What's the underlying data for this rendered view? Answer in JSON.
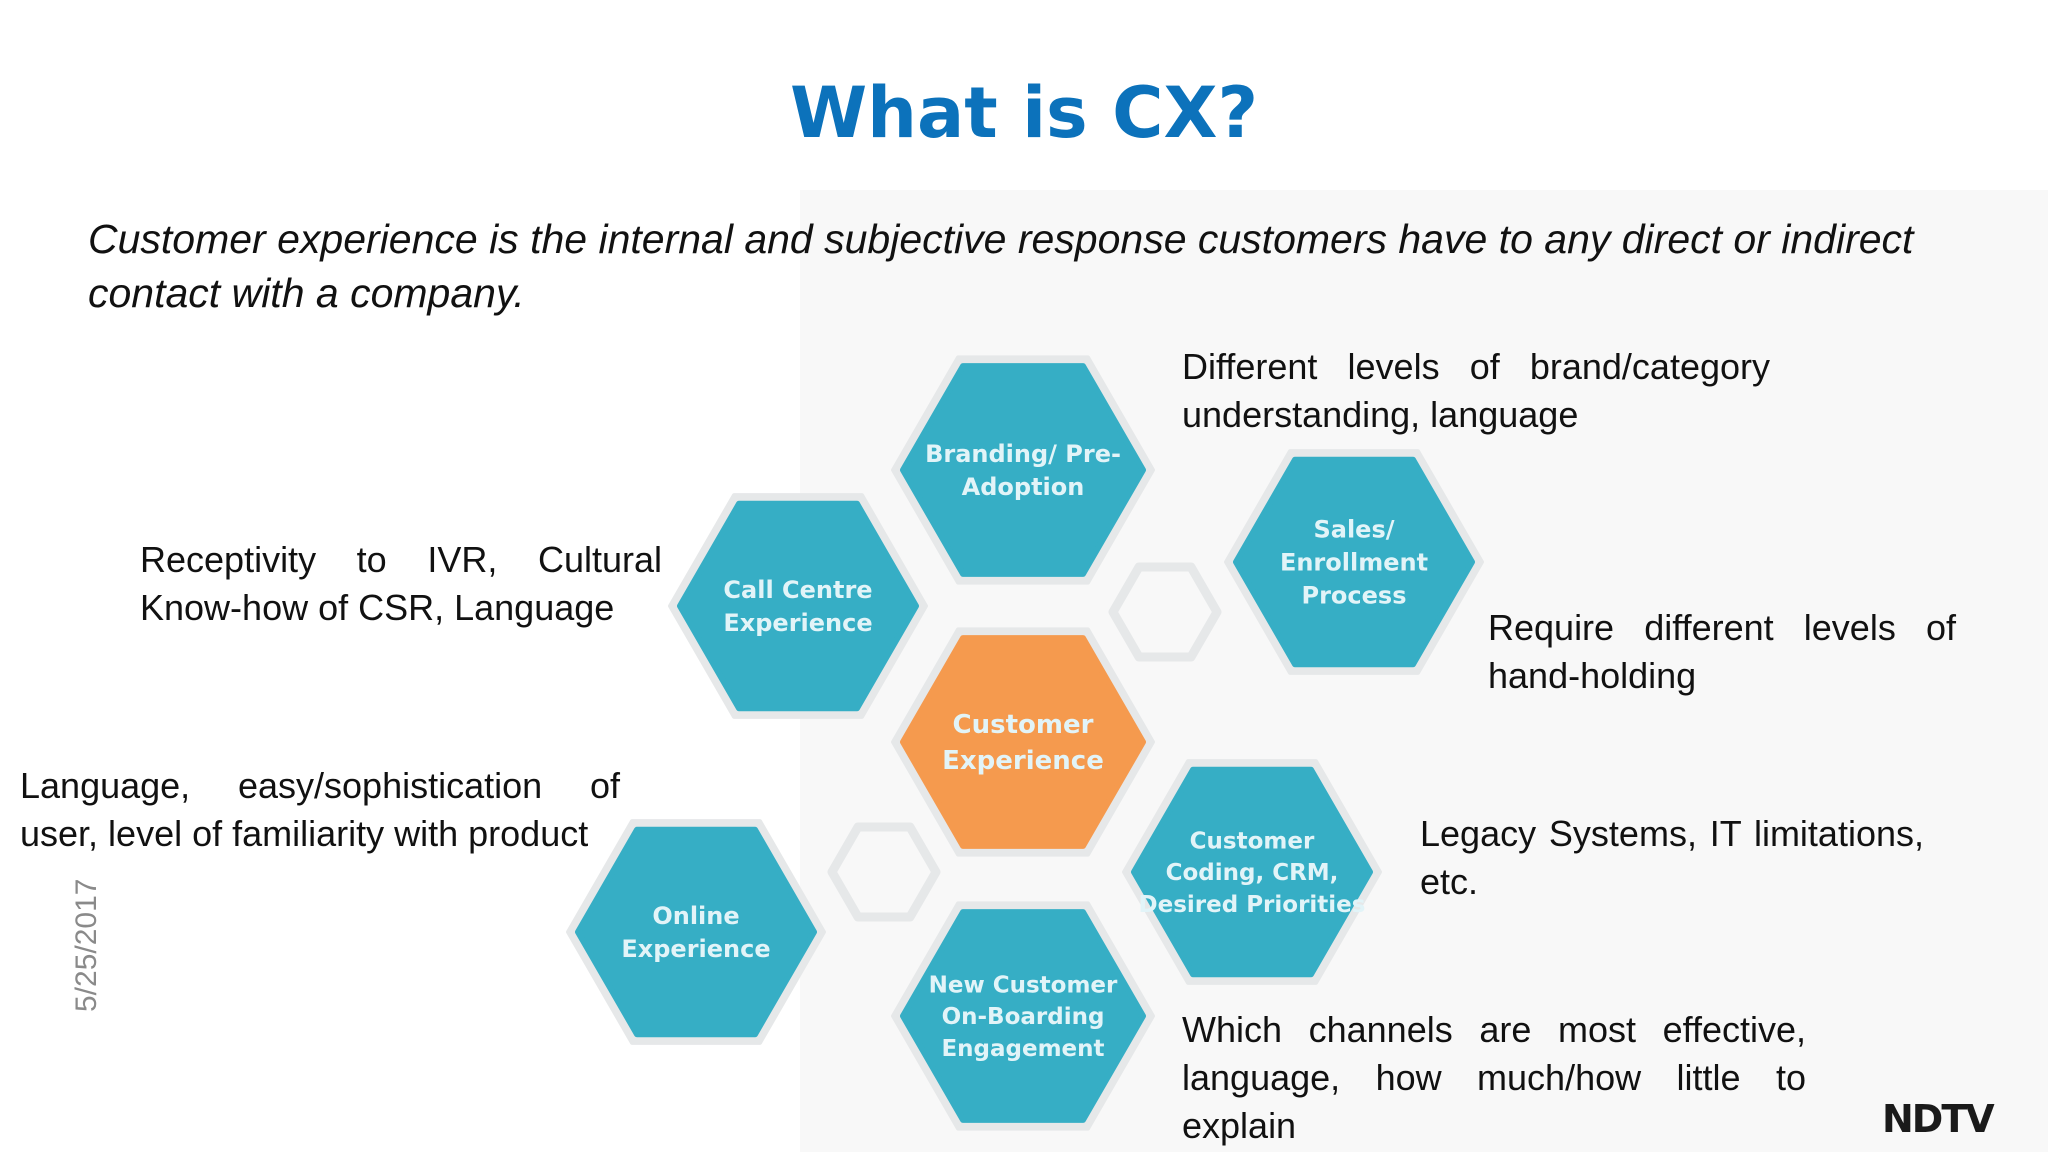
{
  "slide": {
    "title": "What is CX?",
    "definition": "Customer experience is the internal and subjective response customers have to any direct or indirect contact with a company.",
    "date": "5/25/2017",
    "brand_logo": "NDTV"
  },
  "diagram": {
    "colors": {
      "segment": "#36aec5",
      "center": "#f59a4e",
      "outline": "#e6e8e9",
      "label": "#e2f4f8"
    },
    "hexagons": [
      {
        "id": "branding",
        "lines": [
          "Branding/ Pre-",
          "Adoption"
        ]
      },
      {
        "id": "sales",
        "lines": [
          "Sales/",
          "Enrollment",
          "Process"
        ]
      },
      {
        "id": "call-centre",
        "lines": [
          "Call Centre",
          "Experience"
        ]
      },
      {
        "id": "customer-experience",
        "lines": [
          "Customer",
          "Experience"
        ]
      },
      {
        "id": "coding",
        "lines": [
          "Customer",
          "Coding, CRM,",
          "Desired Priorities"
        ]
      },
      {
        "id": "online",
        "lines": [
          "Online",
          "Experience"
        ]
      },
      {
        "id": "onboarding",
        "lines": [
          "New Customer",
          "On-Boarding",
          "Engagement"
        ]
      }
    ],
    "annotations": {
      "branding": "Different levels of brand/category understanding, language",
      "sales": "Require different levels of hand-holding",
      "call_centre": "Receptivity to IVR, Cultural Know-how of CSR, Language",
      "online": "Language, easy/sophistication of user, level of familiarity with product",
      "coding": "Legacy Systems, IT limitations, etc.",
      "onboarding": "Which channels are most effective, language, how much/how little to explain"
    }
  }
}
